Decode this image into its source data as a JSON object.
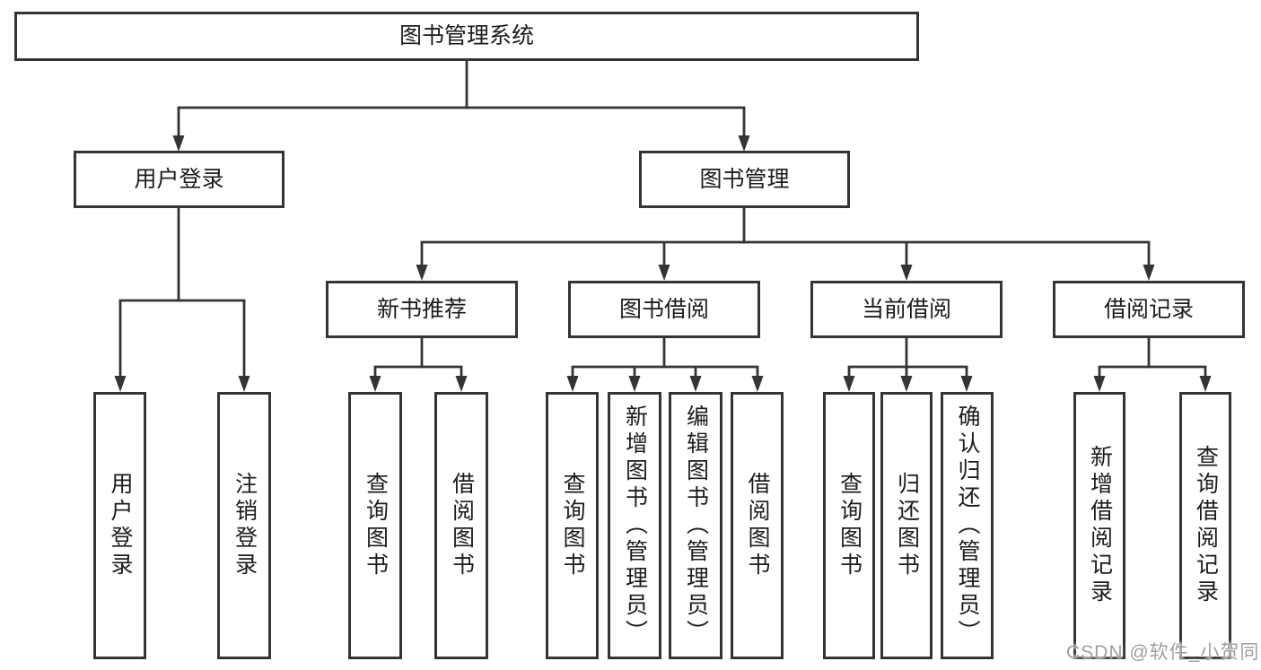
{
  "colors": {
    "background": "#ffffff",
    "line": "#343434",
    "box_border": "#343434",
    "box_fill": "#ffffff",
    "text": "#1c1c1c",
    "watermark": "#9f9f9f"
  },
  "nodes": {
    "root": "图书管理系统",
    "level2": [
      "用户登录",
      "图书管理"
    ],
    "level3": [
      "新书推荐",
      "图书借阅",
      "当前借阅",
      "借阅记录"
    ],
    "leaves": [
      "用户登录",
      "注销登录",
      "查询图书",
      "借阅图书",
      "查询图书",
      "新增图书（管理员）",
      "编辑图书（管理员）",
      "借阅图书",
      "查询图书",
      "归还图书",
      "确认归还（管理员）",
      "新增借阅记录",
      "查询借阅记录"
    ]
  },
  "hierarchy": {
    "图书管理系统": [
      "用户登录",
      "图书管理"
    ],
    "用户登录": [
      "用户登录",
      "注销登录"
    ],
    "图书管理": [
      "新书推荐",
      "图书借阅",
      "当前借阅",
      "借阅记录"
    ],
    "新书推荐": [
      "查询图书",
      "借阅图书"
    ],
    "图书借阅": [
      "查询图书",
      "新增图书（管理员）",
      "编辑图书（管理员）",
      "借阅图书"
    ],
    "当前借阅": [
      "查询图书",
      "归还图书",
      "确认归还（管理员）"
    ],
    "借阅记录": [
      "新增借阅记录",
      "查询借阅记录"
    ]
  },
  "watermark": {
    "text": "CSDN @软件_小贺同学"
  }
}
